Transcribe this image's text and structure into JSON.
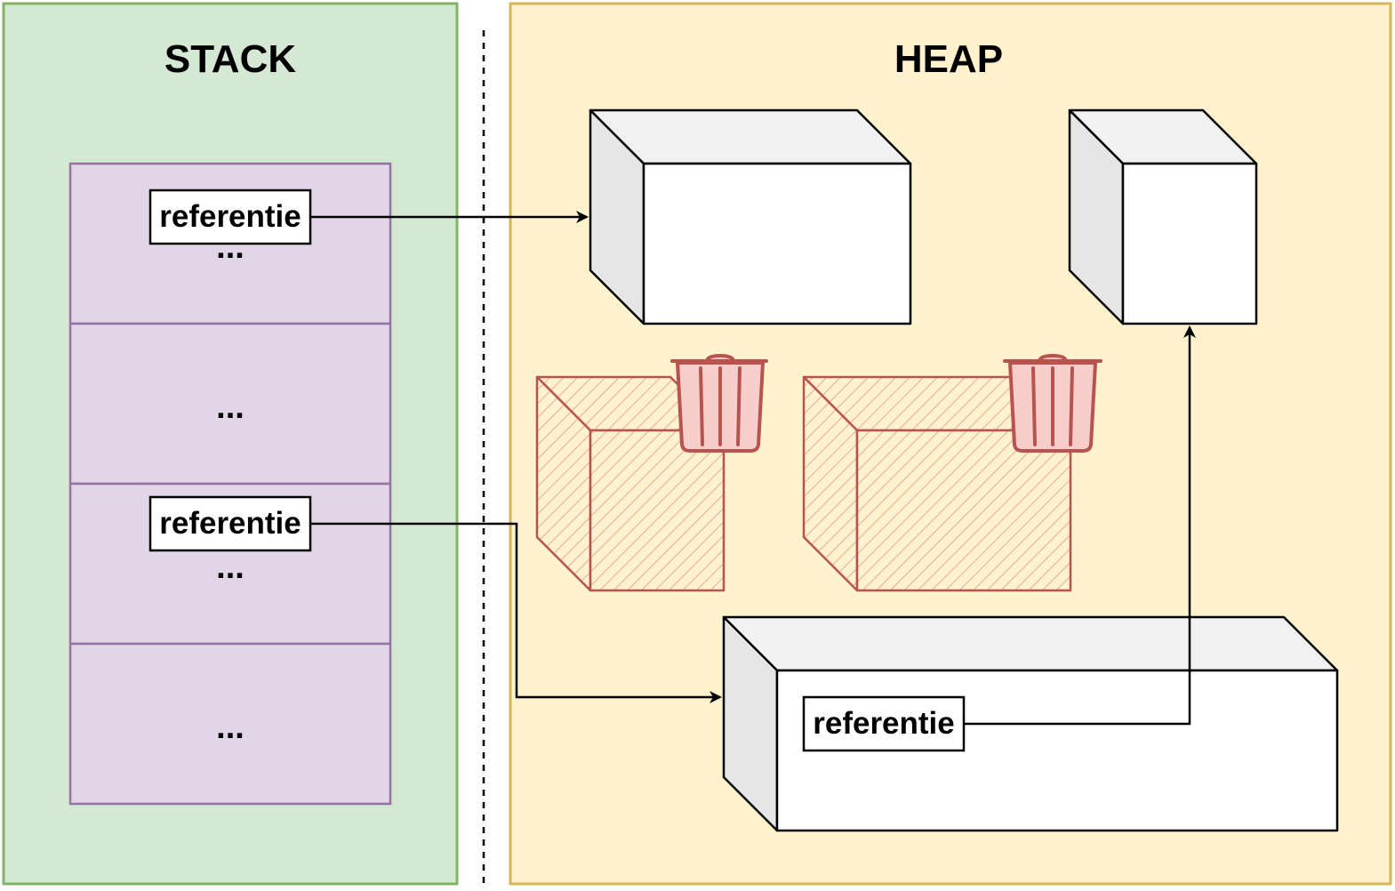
{
  "stack": {
    "title": "STACK",
    "frames": [
      {
        "reference": "referentie",
        "dots": "..."
      },
      {
        "dots": "..."
      },
      {
        "reference": "referentie",
        "dots": "..."
      },
      {
        "dots": "..."
      }
    ]
  },
  "heap": {
    "title": "HEAP",
    "inner_reference": "referentie"
  },
  "icons": [
    "trash-icon",
    "trash-icon"
  ],
  "colors": {
    "stack_bg": "#d5e8d4",
    "stack_border": "#82b366",
    "heap_bg": "#fff2cc",
    "heap_border": "#d6b656",
    "frame_bg": "#e1d5e7",
    "frame_border": "#9673a6",
    "garbage_fill": "#f8cecc",
    "garbage_stroke": "#b85450"
  }
}
